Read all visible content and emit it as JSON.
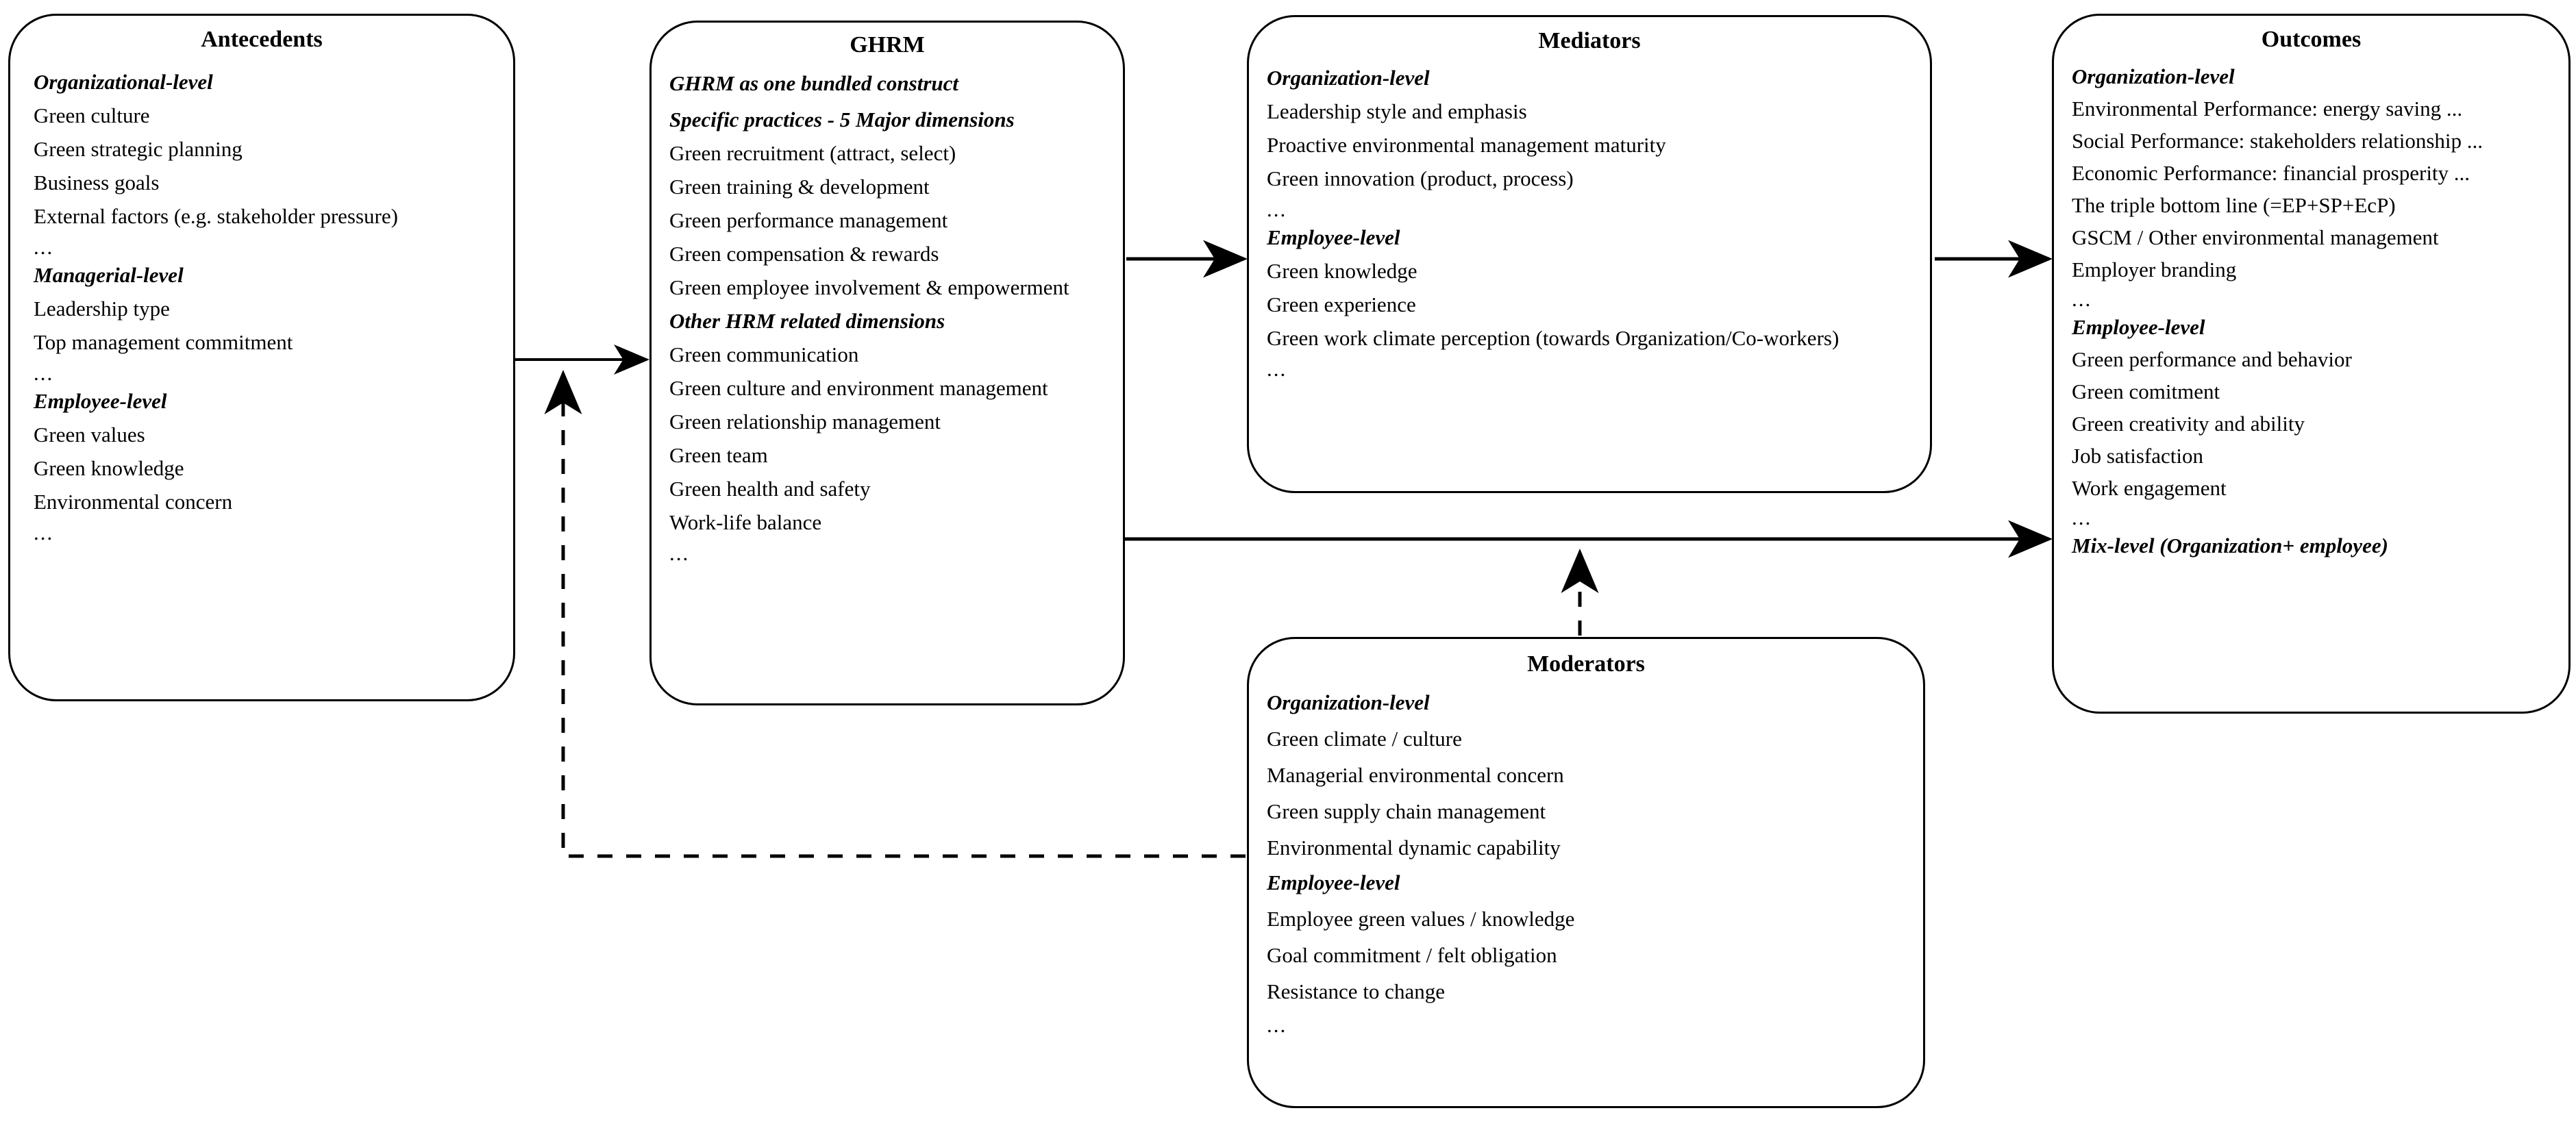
{
  "diagram": {
    "title_hidden": "",
    "boxes": {
      "antecedents": {
        "title": "Antecedents",
        "lines": [
          {
            "text": "Organizational-level",
            "style": "italic"
          },
          {
            "text": "Green culture",
            "style": "plain"
          },
          {
            "text": "Green strategic planning",
            "style": "plain"
          },
          {
            "text": "Business goals",
            "style": "plain"
          },
          {
            "text": "External factors (e.g. stakeholder pressure)",
            "style": "plain"
          },
          {
            "text": "...",
            "style": "ellipsis"
          },
          {
            "text": "Managerial-level",
            "style": "italic"
          },
          {
            "text": "Leadership type",
            "style": "plain"
          },
          {
            "text": "Top management commitment",
            "style": "plain"
          },
          {
            "text": "...",
            "style": "ellipsis"
          },
          {
            "text": "Employee-level",
            "style": "italic"
          },
          {
            "text": "Green values",
            "style": "plain"
          },
          {
            "text": "Green knowledge",
            "style": "plain"
          },
          {
            "text": "Environmental concern",
            "style": "plain"
          },
          {
            "text": "...",
            "style": "ellipsis"
          }
        ]
      },
      "ghrm": {
        "title": "GHRM",
        "lines": [
          {
            "text": "GHRM as one bundled construct",
            "style": "italic"
          },
          {
            "text": "Specific practices - 5 Major dimensions",
            "style": "italic"
          },
          {
            "text": "Green recruitment (attract, select)",
            "style": "plain"
          },
          {
            "text": "Green training & development",
            "style": "plain"
          },
          {
            "text": "Green performance management",
            "style": "plain"
          },
          {
            "text": "Green compensation & rewards",
            "style": "plain"
          },
          {
            "text": "Green employee involvement & empowerment",
            "style": "plain"
          },
          {
            "text": "Other HRM related dimensions",
            "style": "italic"
          },
          {
            "text": "Green communication",
            "style": "plain"
          },
          {
            "text": "Green culture and environment management",
            "style": "plain"
          },
          {
            "text": "Green relationship management",
            "style": "plain"
          },
          {
            "text": "Green team",
            "style": "plain"
          },
          {
            "text": "Green health and safety",
            "style": "plain"
          },
          {
            "text": "Work-life balance",
            "style": "plain"
          },
          {
            "text": "...",
            "style": "ellipsis"
          }
        ]
      },
      "mediators": {
        "title": "Mediators",
        "lines": [
          {
            "text": "Organization-level",
            "style": "italic"
          },
          {
            "text": "Leadership style and emphasis",
            "style": "plain"
          },
          {
            "text": "Proactive environmental management maturity",
            "style": "plain"
          },
          {
            "text": "Green innovation (product, process)",
            "style": "plain"
          },
          {
            "text": "...",
            "style": "ellipsis"
          },
          {
            "text": "Employee-level",
            "style": "italic"
          },
          {
            "text": "Green knowledge",
            "style": "plain"
          },
          {
            "text": "Green experience",
            "style": "plain"
          },
          {
            "text": "Green work climate perception (towards Organization/Co-workers)",
            "style": "plain"
          },
          {
            "text": "...",
            "style": "ellipsis"
          }
        ]
      },
      "outcomes": {
        "title": "Outcomes",
        "lines": [
          {
            "text": "Organization-level",
            "style": "italic"
          },
          {
            "text": "Environmental Performance: energy saving ...",
            "style": "plain"
          },
          {
            "text": "Social Performance: stakeholders relationship ...",
            "style": "plain"
          },
          {
            "text": "Economic Performance: financial prosperity ...",
            "style": "plain"
          },
          {
            "text": "The triple bottom line (=EP+SP+EcP)",
            "style": "plain"
          },
          {
            "text": "GSCM / Other environmental management",
            "style": "plain"
          },
          {
            "text": "Employer branding",
            "style": "plain"
          },
          {
            "text": "...",
            "style": "ellipsis"
          },
          {
            "text": "Employee-level",
            "style": "italic"
          },
          {
            "text": "Green performance and behavior",
            "style": "plain"
          },
          {
            "text": "Green comitment",
            "style": "plain"
          },
          {
            "text": "Green creativity and ability",
            "style": "plain"
          },
          {
            "text": "Job satisfaction",
            "style": "plain"
          },
          {
            "text": "Work engagement",
            "style": "plain"
          },
          {
            "text": "...",
            "style": "ellipsis"
          },
          {
            "text": "Mix-level (Organization+ employee)",
            "style": "italic"
          }
        ]
      },
      "moderators": {
        "title": "Moderators",
        "lines": [
          {
            "text": "Organization-level",
            "style": "italic"
          },
          {
            "text": "Green climate / culture",
            "style": "plain"
          },
          {
            "text": "Managerial environmental concern",
            "style": "plain"
          },
          {
            "text": "Green supply chain management",
            "style": "plain"
          },
          {
            "text": "Environmental dynamic capability",
            "style": "plain"
          },
          {
            "text": "Employee-level",
            "style": "italic"
          },
          {
            "text": "Employee green values / knowledge",
            "style": "plain"
          },
          {
            "text": "Goal commitment / felt obligation",
            "style": "plain"
          },
          {
            "text": "Resistance to change",
            "style": "plain"
          },
          {
            "text": "...",
            "style": "ellipsis"
          }
        ]
      }
    },
    "connectors": [
      {
        "name": "antecedents-to-ghrm",
        "style": "solid",
        "from": "antecedents",
        "to": "ghrm"
      },
      {
        "name": "ghrm-to-mediators",
        "style": "solid",
        "from": "ghrm",
        "to": "mediators"
      },
      {
        "name": "mediators-to-outcomes",
        "style": "solid",
        "from": "mediators",
        "to": "outcomes"
      },
      {
        "name": "ghrm-to-outcomes",
        "style": "solid",
        "from": "ghrm",
        "to": "outcomes"
      },
      {
        "name": "moderators-to-ghrm-path",
        "style": "dashed",
        "from": "moderators",
        "to": "antecedents-to-ghrm"
      },
      {
        "name": "moderators-to-ghrm-outcomes-path",
        "style": "dashed",
        "from": "moderators",
        "to": "ghrm-to-outcomes"
      }
    ],
    "colors": {
      "stroke": "#000000",
      "background": "#ffffff",
      "text": "#000000"
    }
  }
}
